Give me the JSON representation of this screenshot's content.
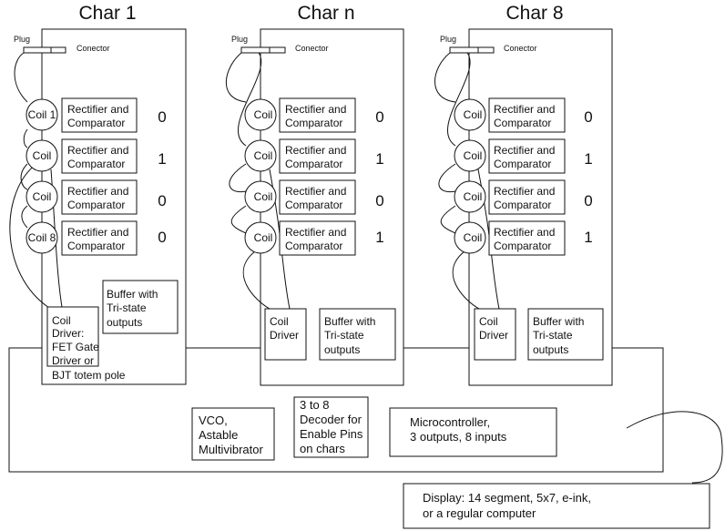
{
  "boards": [
    {
      "title": "Char 1",
      "plug": "Plug",
      "connector": "Conector",
      "coils": [
        "Coil 1",
        "Coil",
        "Coil",
        "Coil 8"
      ],
      "rectifiers": [
        [
          "Rectifier and",
          "Comparator"
        ],
        [
          "Rectifier and",
          "Comparator"
        ],
        [
          "Rectifier and",
          "Comparator"
        ],
        [
          "Rectifier and",
          "Comparator"
        ]
      ],
      "bits": [
        "0",
        "1",
        "0",
        "0"
      ],
      "driver": [
        "Coil",
        "Driver:",
        "FET Gate",
        "Driver or",
        "BJT totem pole"
      ],
      "buffer": [
        "Buffer with",
        "Tri-state",
        "outputs"
      ]
    },
    {
      "title": "Char n",
      "plug": "Plug",
      "connector": "Conector",
      "coils": [
        "Coil",
        "Coil",
        "Coil",
        "Coil"
      ],
      "rectifiers": [
        [
          "Rectifier and",
          "Comparator"
        ],
        [
          "Rectifier and",
          "Comparator"
        ],
        [
          "Rectifier and",
          "Comparator"
        ],
        [
          "Rectifier and",
          "Comparator"
        ]
      ],
      "bits": [
        "0",
        "1",
        "0",
        "1"
      ],
      "driver": [
        "Coil",
        "Driver"
      ],
      "buffer": [
        "Buffer with",
        "Tri-state",
        "outputs"
      ]
    },
    {
      "title": "Char 8",
      "plug": "Plug",
      "connector": "Conector",
      "coils": [
        "Coil",
        "Coil",
        "Coil",
        "Coil"
      ],
      "rectifiers": [
        [
          "Rectifier and",
          "Comparator"
        ],
        [
          "Rectifier and",
          "Comparator"
        ],
        [
          "Rectifier and",
          "Comparator"
        ],
        [
          "Rectifier and",
          "Comparator"
        ]
      ],
      "bits": [
        "0",
        "1",
        "0",
        "1"
      ],
      "driver": [
        "Coil",
        "Driver"
      ],
      "buffer": [
        "Buffer with",
        "Tri-state",
        "outputs"
      ]
    }
  ],
  "controller": {
    "vco": [
      "VCO,",
      "Astable",
      "Multivibrator"
    ],
    "decoder": [
      "3 to 8",
      "Decoder for",
      "Enable Pins",
      "on chars"
    ],
    "micro": [
      "Microcontroller,",
      "3 outputs, 8 inputs"
    ]
  },
  "display": [
    "Display: 14 segment, 5x7, e-ink,",
    "or a regular computer"
  ]
}
